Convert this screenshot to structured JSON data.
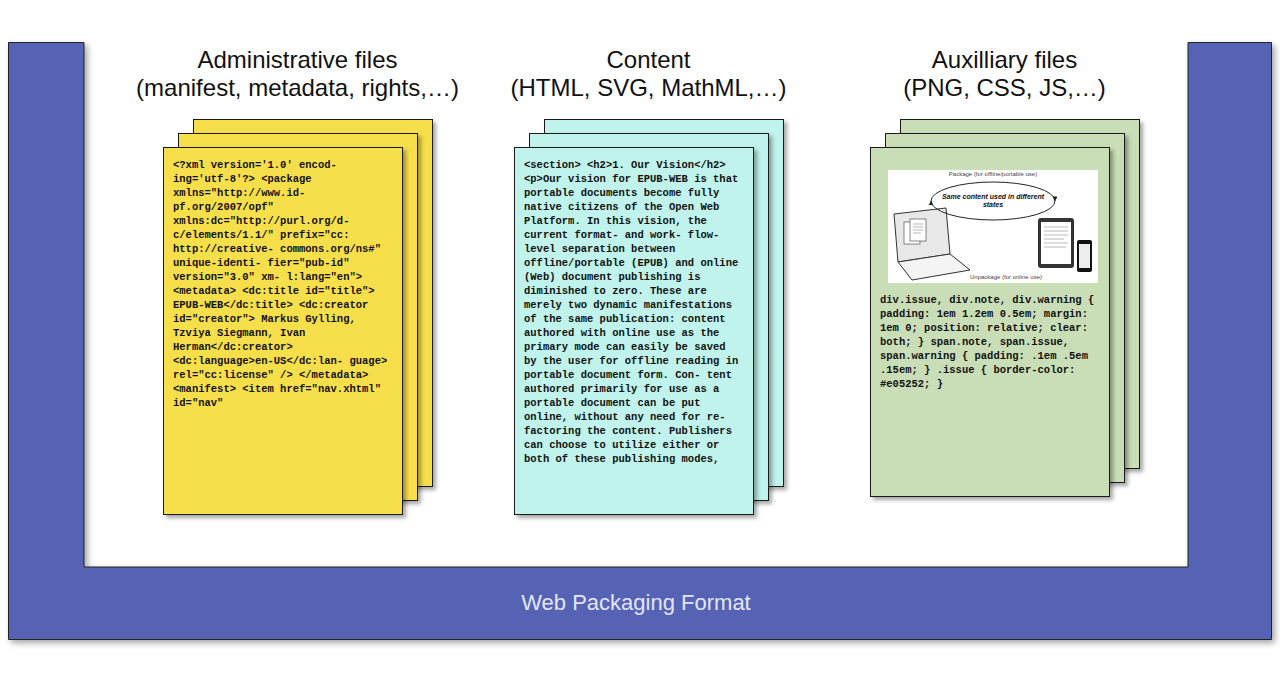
{
  "diagram": {
    "nodes": [
      {
        "text": [
          "Web Packaging Format"
        ]
      },
      {
        "text": [
          "Administrative files",
          "(manifest, metadata, rights,…)",
          "<?xml version='1.0' encod- ing='utf-8'?> <package xmlns=\"http://www.id- pf.org/2007/opf\" xmlns:dc=\"http://purl.org/d- c/elements/1.1/\" prefix=\"cc: http://creative- commons.org/ns#\" unique-identi- fier=\"pub-id\" version=\"3.0\" xm- l:lang=\"en\"> <metadata> <dc:title id=\"title\"> EPUB-WEB</dc:title> <dc:creator id=\"creator\"> Markus Gylling, Tzviya Siegmann, Ivan Herman</dc:creator> <dc:language>en-US</dc:lan- guage> rel=\"cc:license\" /> </metadata> <manifest> <item href=\"nav.xhtml\" id=\"nav\""
        ],
        "in": 0
      },
      {
        "text": [
          "Content",
          "(HTML, SVG, MathML,…)",
          "<section> <h2>1. Our Vision</h2> <p>Our vision for EPUB-WEB is that portable documents become fully native citizens of the Open Web Platform. In this vision, the current format- and work- flow-level separation between offline/portable (EPUB) and online (Web) document publishing is diminished to zero. These are merely two dynamic manifestations of the same publication: content authored with online use as the primary mode can easily be saved by the user for offline reading in portable document form. Con- tent authored primarily for use as a portable document can be put online, without any need for re- factoring the content. Publishers can choose to utilize either or both of these publishing modes,"
        ],
        "in": 0
      },
      {
        "text": [
          "Auxilliary files",
          "(PNG, CSS, JS,…)",
          "div.issue, div.note, div.warning { padding: 1em 1.2em 0.5em; margin: 1em 0; position: relative; clear: both; } span.note, span.issue, span.warning { padding: .1em .5em .15em; } .issue { border-color: #e05252; }"
        ],
        "in": 0
      }
    ],
    "labels": [
      "Package (for offline/portable use)",
      "Same content used in different states",
      "Unpackage (for online use)"
    ]
  }
}
